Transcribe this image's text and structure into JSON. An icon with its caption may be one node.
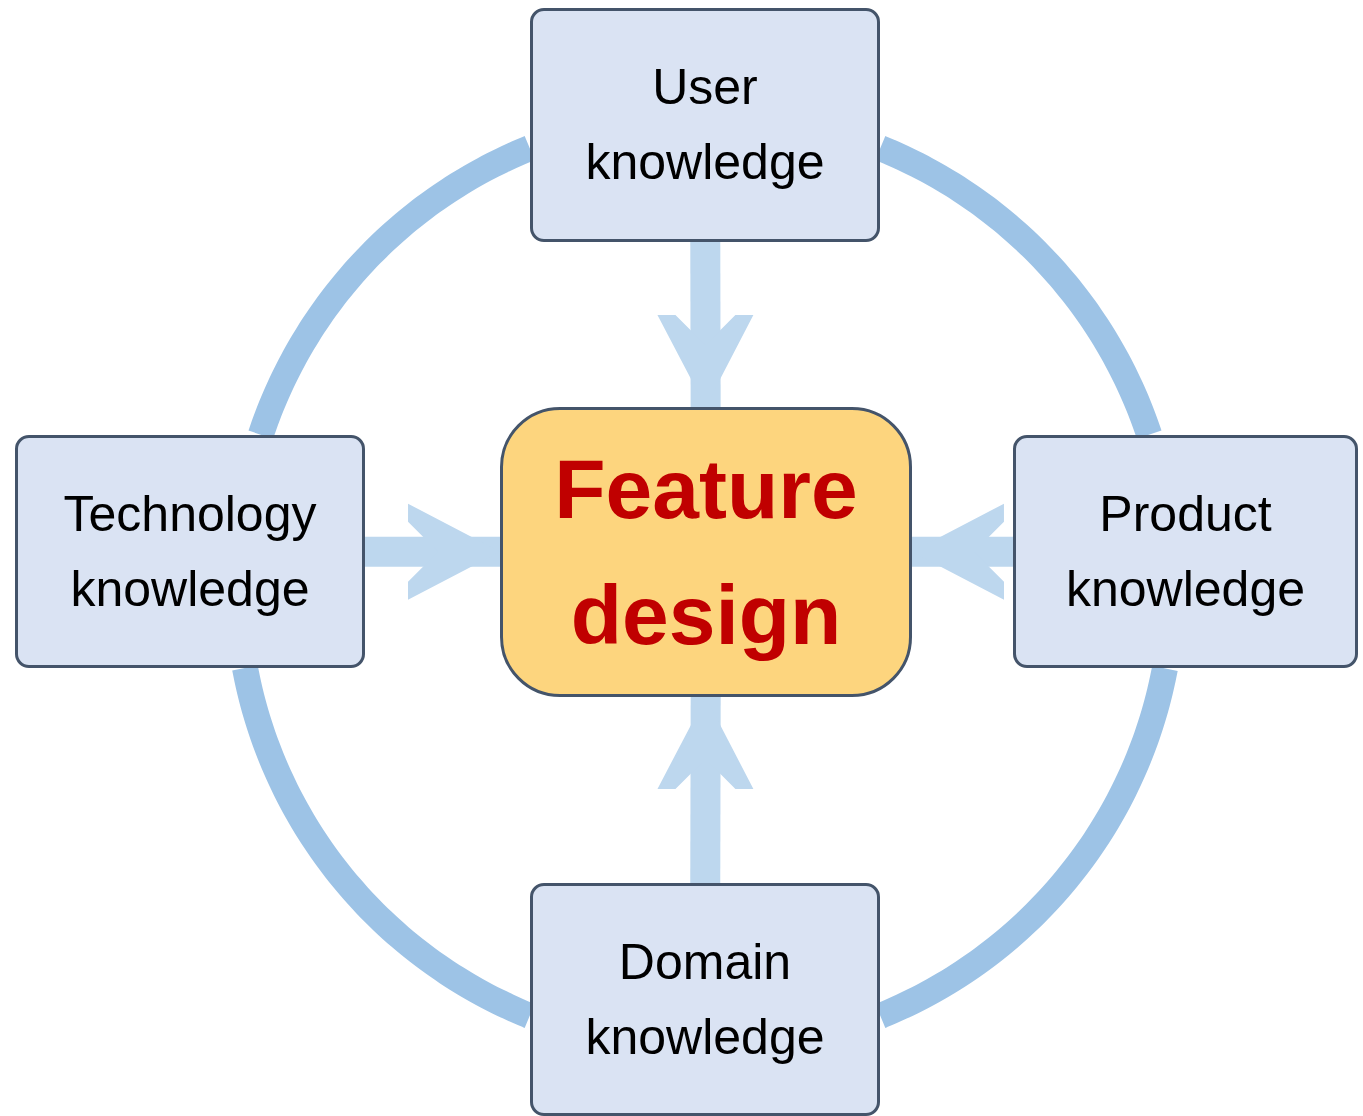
{
  "diagram": {
    "nodes": [
      {
        "text": [
          "User knowledge"
        ]
      },
      {
        "text": [
          "Technology knowledge"
        ]
      },
      {
        "text": [
          "Feature design"
        ]
      },
      {
        "text": [
          "Product knowledge"
        ]
      },
      {
        "text": [
          "Domain knowledge"
        ]
      }
    ],
    "edges": [
      {
        "from": 0,
        "to": 2,
        "arrow": "to"
      },
      {
        "from": 1,
        "to": 2,
        "arrow": "to"
      },
      {
        "from": 3,
        "to": 2,
        "arrow": "to"
      },
      {
        "from": 4,
        "to": 2,
        "arrow": "to"
      },
      {
        "from": 0,
        "to": 3,
        "arrow": "none",
        "color": "#9dc3e6"
      },
      {
        "from": 3,
        "to": 4,
        "arrow": "none",
        "color": "#9dc3e6"
      },
      {
        "from": 4,
        "to": 1,
        "arrow": "none",
        "color": "#9dc3e6"
      },
      {
        "from": 1,
        "to": 0,
        "arrow": "none",
        "color": "#9dc3e6"
      }
    ]
  }
}
